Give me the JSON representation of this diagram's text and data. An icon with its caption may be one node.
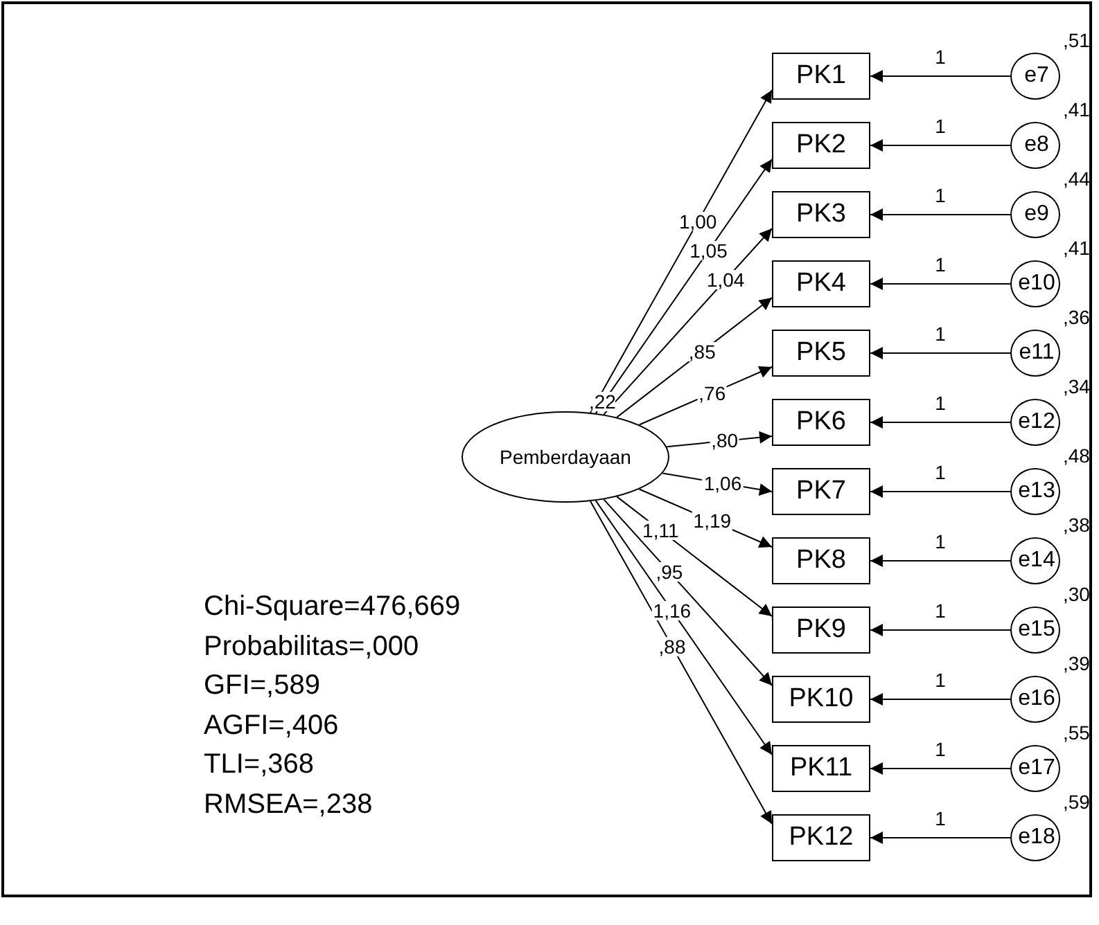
{
  "diagram": {
    "nodes": [
      {
        "text": [
          "Pemberdayaan"
        ],
        "beside": [
          ",22"
        ]
      },
      {
        "text": [
          "PK1"
        ]
      },
      {
        "text": [
          "PK2"
        ]
      },
      {
        "text": [
          "PK3"
        ]
      },
      {
        "text": [
          "PK4"
        ]
      },
      {
        "text": [
          "PK5"
        ]
      },
      {
        "text": [
          "PK6"
        ]
      },
      {
        "text": [
          "PK7"
        ]
      },
      {
        "text": [
          "PK8"
        ]
      },
      {
        "text": [
          "PK9"
        ]
      },
      {
        "text": [
          "PK10"
        ]
      },
      {
        "text": [
          "PK11"
        ]
      },
      {
        "text": [
          "PK12"
        ]
      },
      {
        "text": [
          "e7"
        ],
        "beside": [
          ",51"
        ]
      },
      {
        "text": [
          "e8"
        ],
        "beside": [
          ",41"
        ]
      },
      {
        "text": [
          "e9"
        ],
        "beside": [
          ",44"
        ]
      },
      {
        "text": [
          "e10"
        ],
        "beside": [
          ",41"
        ]
      },
      {
        "text": [
          "e11"
        ],
        "beside": [
          ",36"
        ]
      },
      {
        "text": [
          "e12"
        ],
        "beside": [
          ",34"
        ]
      },
      {
        "text": [
          "e13"
        ],
        "beside": [
          ",48"
        ]
      },
      {
        "text": [
          "e14"
        ],
        "beside": [
          ",38"
        ]
      },
      {
        "text": [
          "e15"
        ],
        "beside": [
          ",30"
        ]
      },
      {
        "text": [
          "e16"
        ],
        "beside": [
          ",39"
        ]
      },
      {
        "text": [
          "e17"
        ],
        "beside": [
          ",55"
        ]
      },
      {
        "text": [
          "e18"
        ],
        "beside": [
          ",59"
        ]
      }
    ],
    "edges": [
      {
        "from": 0,
        "to": 1,
        "arrow": "to",
        "label": "1,00"
      },
      {
        "from": 0,
        "to": 2,
        "arrow": "to",
        "label": "1,05"
      },
      {
        "from": 0,
        "to": 3,
        "arrow": "to",
        "label": "1,04"
      },
      {
        "from": 0,
        "to": 4,
        "arrow": "to",
        "label": ",85"
      },
      {
        "from": 0,
        "to": 5,
        "arrow": "to",
        "label": ",76"
      },
      {
        "from": 0,
        "to": 6,
        "arrow": "to",
        "label": ",80"
      },
      {
        "from": 0,
        "to": 7,
        "arrow": "to",
        "label": "1,06"
      },
      {
        "from": 0,
        "to": 8,
        "arrow": "to",
        "label": "1,19"
      },
      {
        "from": 0,
        "to": 9,
        "arrow": "to",
        "label": "1,11"
      },
      {
        "from": 0,
        "to": 10,
        "arrow": "to",
        "label": ",95"
      },
      {
        "from": 0,
        "to": 11,
        "arrow": "to",
        "label": "1,16"
      },
      {
        "from": 0,
        "to": 12,
        "arrow": "to",
        "label": ",88"
      },
      {
        "from": 13,
        "to": 1,
        "arrow": "to",
        "label": "1"
      },
      {
        "from": 14,
        "to": 2,
        "arrow": "to",
        "label": "1"
      },
      {
        "from": 15,
        "to": 3,
        "arrow": "to",
        "label": "1"
      },
      {
        "from": 16,
        "to": 4,
        "arrow": "to",
        "label": "1"
      },
      {
        "from": 17,
        "to": 5,
        "arrow": "to",
        "label": "1"
      },
      {
        "from": 18,
        "to": 6,
        "arrow": "to",
        "label": "1"
      },
      {
        "from": 19,
        "to": 7,
        "arrow": "to",
        "label": "1"
      },
      {
        "from": 20,
        "to": 8,
        "arrow": "to",
        "label": "1"
      },
      {
        "from": 21,
        "to": 9,
        "arrow": "to",
        "label": "1"
      },
      {
        "from": 22,
        "to": 10,
        "arrow": "to",
        "label": "1"
      },
      {
        "from": 23,
        "to": 11,
        "arrow": "to",
        "label": "1"
      },
      {
        "from": 24,
        "to": 12,
        "arrow": "to",
        "label": "1"
      }
    ],
    "labels": [
      "Chi-Square=476,669",
      "Probabilitas=,000",
      "GFI=,589",
      "AGFI=,406",
      "TLI=,368",
      "RMSEA=,238"
    ]
  }
}
